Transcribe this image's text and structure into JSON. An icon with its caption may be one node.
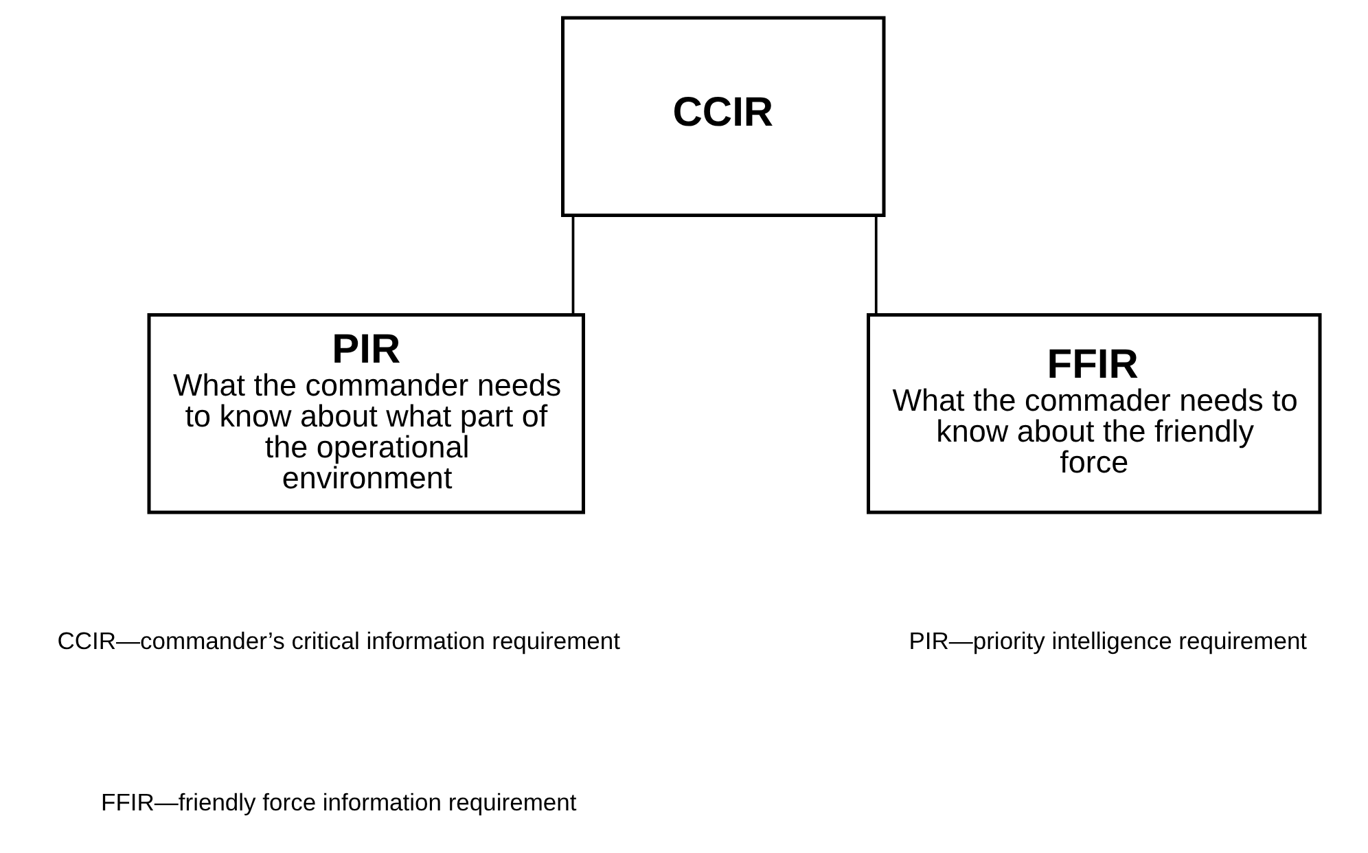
{
  "diagram": {
    "nodes": [
      {
        "text": [
          "CCIR"
        ]
      },
      {
        "text": [
          "PIR",
          "What the commander needs to know about what part of the operational environment"
        ]
      },
      {
        "text": [
          "FFIR",
          "What the commader needs to know about the friendly force"
        ]
      }
    ],
    "edges": [
      {
        "from": 0,
        "to": 1,
        "arrow": "none"
      },
      {
        "from": 0,
        "to": 2,
        "arrow": "none"
      }
    ],
    "labels": [
      "CCIR—commander’s critical information requirement",
      "PIR—priority intelligence requirement",
      "FFIR—friendly force information requirement"
    ]
  }
}
